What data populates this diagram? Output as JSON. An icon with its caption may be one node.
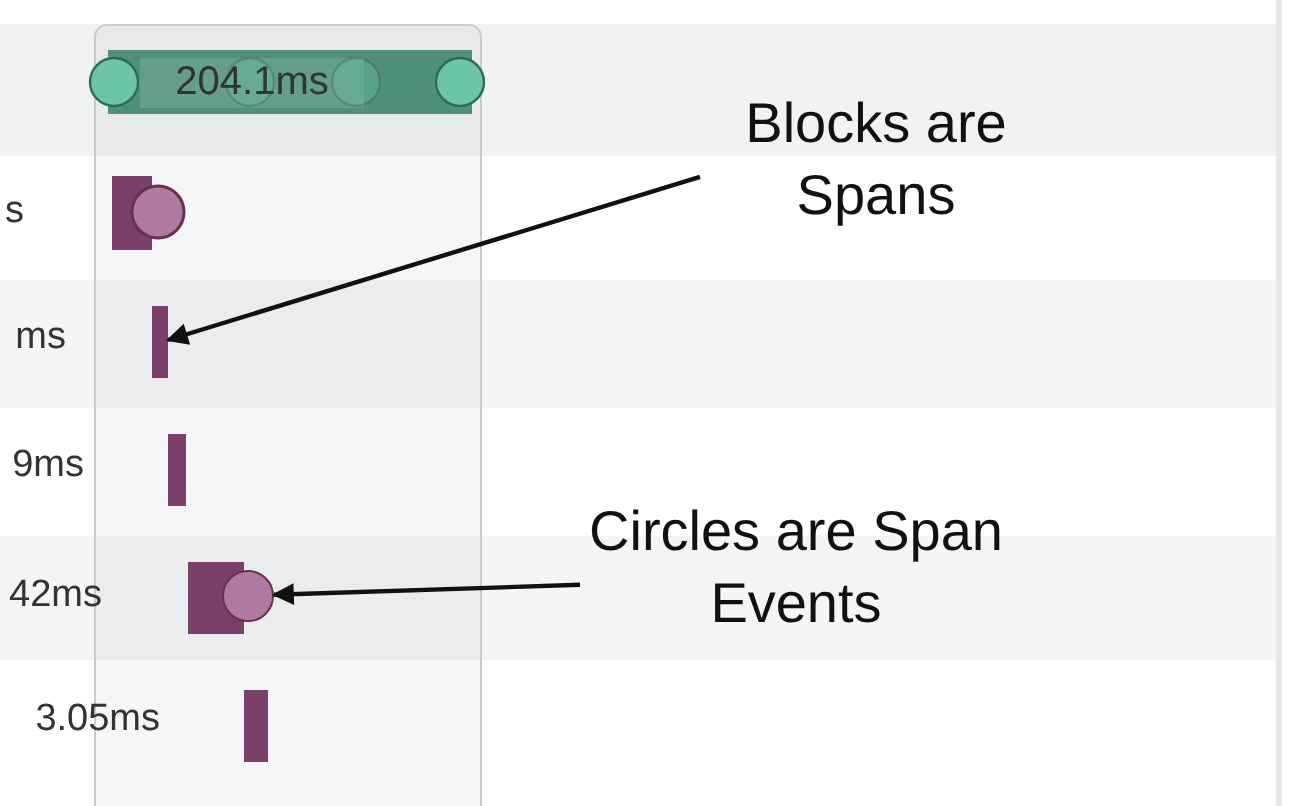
{
  "diagram": {
    "nodes": [
      {
        "text": [
          "Blocks are Spans"
        ]
      },
      {
        "text": [],
        "shape": "bar"
      },
      {
        "text": [
          "Circles are Span Events"
        ]
      },
      {
        "text": [],
        "shape": "circle"
      }
    ],
    "edges": [
      {
        "from": 0,
        "to": 1,
        "arrow": "to"
      },
      {
        "from": 2,
        "to": 3,
        "arrow": "to"
      }
    ],
    "labels": [
      "204.1ms",
      "s",
      "ms",
      "9ms",
      "42ms",
      "3.05ms"
    ]
  }
}
